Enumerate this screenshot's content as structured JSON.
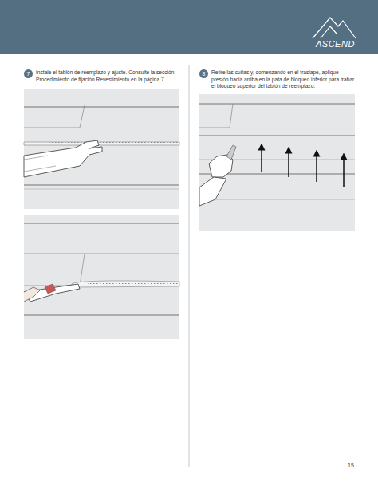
{
  "diagram": {
    "nodes": [
      {
        "text": [
          "7"
        ]
      },
      {
        "text": [
          "8"
        ]
      }
    ],
    "labels": [
      "Instale el tablón de reemplazo y ajuste. Consulte la sección Procedimiento de fijación Revestimiento en la página 7.",
      "Retire las cuñas y, comenzando en el traslape, aplique presión hacia arriba en la pata de bloqueo inferior para trabar el bloqueo superior del tablón de reemplazo.",
      "ASCEND",
      "15"
    ]
  }
}
